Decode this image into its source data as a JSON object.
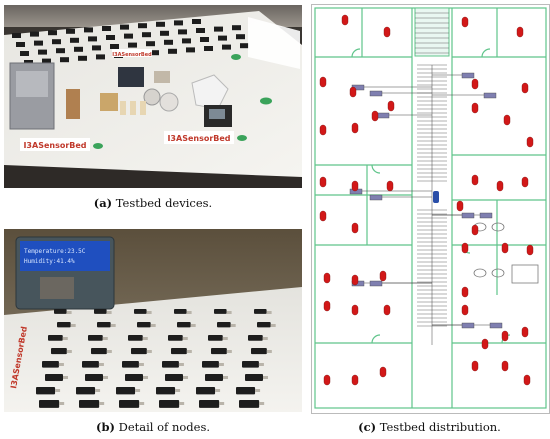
{
  "figure": {
    "panels": [
      {
        "letter": "(a)",
        "text": "Testbed devices."
      },
      {
        "letter": "(b)",
        "text": "Detail of nodes."
      },
      {
        "letter": "(c)",
        "text": "Testbed distribution."
      }
    ],
    "photo_labels": {
      "board_brand": "I3ASensorBed",
      "lcd_line1": "Temperature:23.5C",
      "lcd_line2": "Humidity:41.4%"
    },
    "colors": {
      "table_white": "#f2f1ee",
      "node_black": "#1d1d1d",
      "brand_red": "#c0392b",
      "leaf_green": "#3aa35a",
      "floor_green": "#5fc48a",
      "sensor_red": "#d21818",
      "coordinator_blue": "#2a4ea8"
    }
  }
}
